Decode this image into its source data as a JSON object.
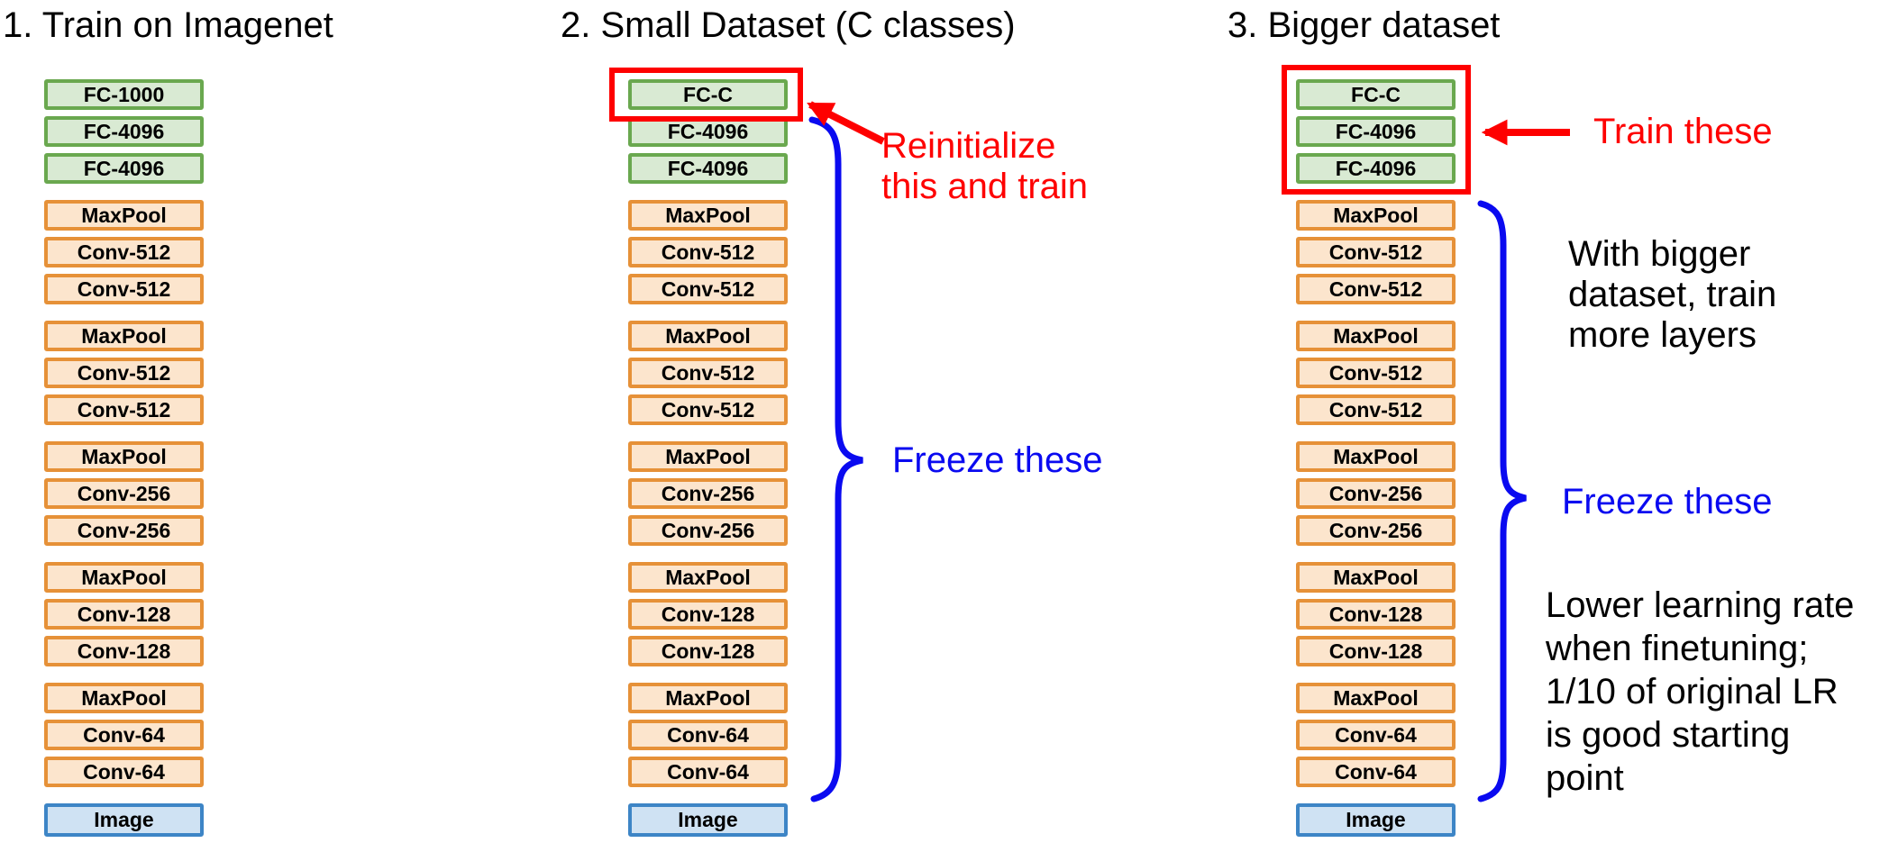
{
  "colors": {
    "red_annotation": "#fe0000",
    "blue_annotation": "#0a0af0",
    "fc_fill": "#d9ead3",
    "fc_border": "#6aa84f",
    "conv_fill": "#fce5cd",
    "conv_border": "#e69138",
    "input_fill": "#cfe2f3",
    "input_border": "#3d85c6"
  },
  "columns": [
    {
      "title": "1. Train on Imagenet",
      "groups": [
        {
          "type": "fc",
          "layers": [
            "FC-1000",
            "FC-4096",
            "FC-4096"
          ]
        },
        {
          "type": "conv",
          "layers": [
            "MaxPool",
            "Conv-512",
            "Conv-512"
          ]
        },
        {
          "type": "conv",
          "layers": [
            "MaxPool",
            "Conv-512",
            "Conv-512"
          ]
        },
        {
          "type": "conv",
          "layers": [
            "MaxPool",
            "Conv-256",
            "Conv-256"
          ]
        },
        {
          "type": "conv",
          "layers": [
            "MaxPool",
            "Conv-128",
            "Conv-128"
          ]
        },
        {
          "type": "conv",
          "layers": [
            "MaxPool",
            "Conv-64",
            "Conv-64"
          ]
        }
      ],
      "input": "Image"
    },
    {
      "title": "2. Small Dataset (C classes)",
      "groups": [
        {
          "type": "fc",
          "layers": [
            "FC-C",
            "FC-4096",
            "FC-4096"
          ]
        },
        {
          "type": "conv",
          "layers": [
            "MaxPool",
            "Conv-512",
            "Conv-512"
          ]
        },
        {
          "type": "conv",
          "layers": [
            "MaxPool",
            "Conv-512",
            "Conv-512"
          ]
        },
        {
          "type": "conv",
          "layers": [
            "MaxPool",
            "Conv-256",
            "Conv-256"
          ]
        },
        {
          "type": "conv",
          "layers": [
            "MaxPool",
            "Conv-128",
            "Conv-128"
          ]
        },
        {
          "type": "conv",
          "layers": [
            "MaxPool",
            "Conv-64",
            "Conv-64"
          ]
        }
      ],
      "input": "Image",
      "annotations": {
        "reinitialize": "Reinitialize\nthis and train",
        "freeze": "Freeze these"
      }
    },
    {
      "title": "3. Bigger dataset",
      "groups": [
        {
          "type": "fc",
          "layers": [
            "FC-C",
            "FC-4096",
            "FC-4096"
          ]
        },
        {
          "type": "conv",
          "layers": [
            "MaxPool",
            "Conv-512",
            "Conv-512"
          ]
        },
        {
          "type": "conv",
          "layers": [
            "MaxPool",
            "Conv-512",
            "Conv-512"
          ]
        },
        {
          "type": "conv",
          "layers": [
            "MaxPool",
            "Conv-256",
            "Conv-256"
          ]
        },
        {
          "type": "conv",
          "layers": [
            "MaxPool",
            "Conv-128",
            "Conv-128"
          ]
        },
        {
          "type": "conv",
          "layers": [
            "MaxPool",
            "Conv-64",
            "Conv-64"
          ]
        }
      ],
      "input": "Image",
      "annotations": {
        "train": "Train these",
        "bigger_note": "With bigger\ndataset, train\nmore layers",
        "freeze": "Freeze these",
        "lr_note": "Lower learning rate\nwhen finetuning;\n1/10 of original LR\nis good starting\npoint"
      }
    }
  ]
}
